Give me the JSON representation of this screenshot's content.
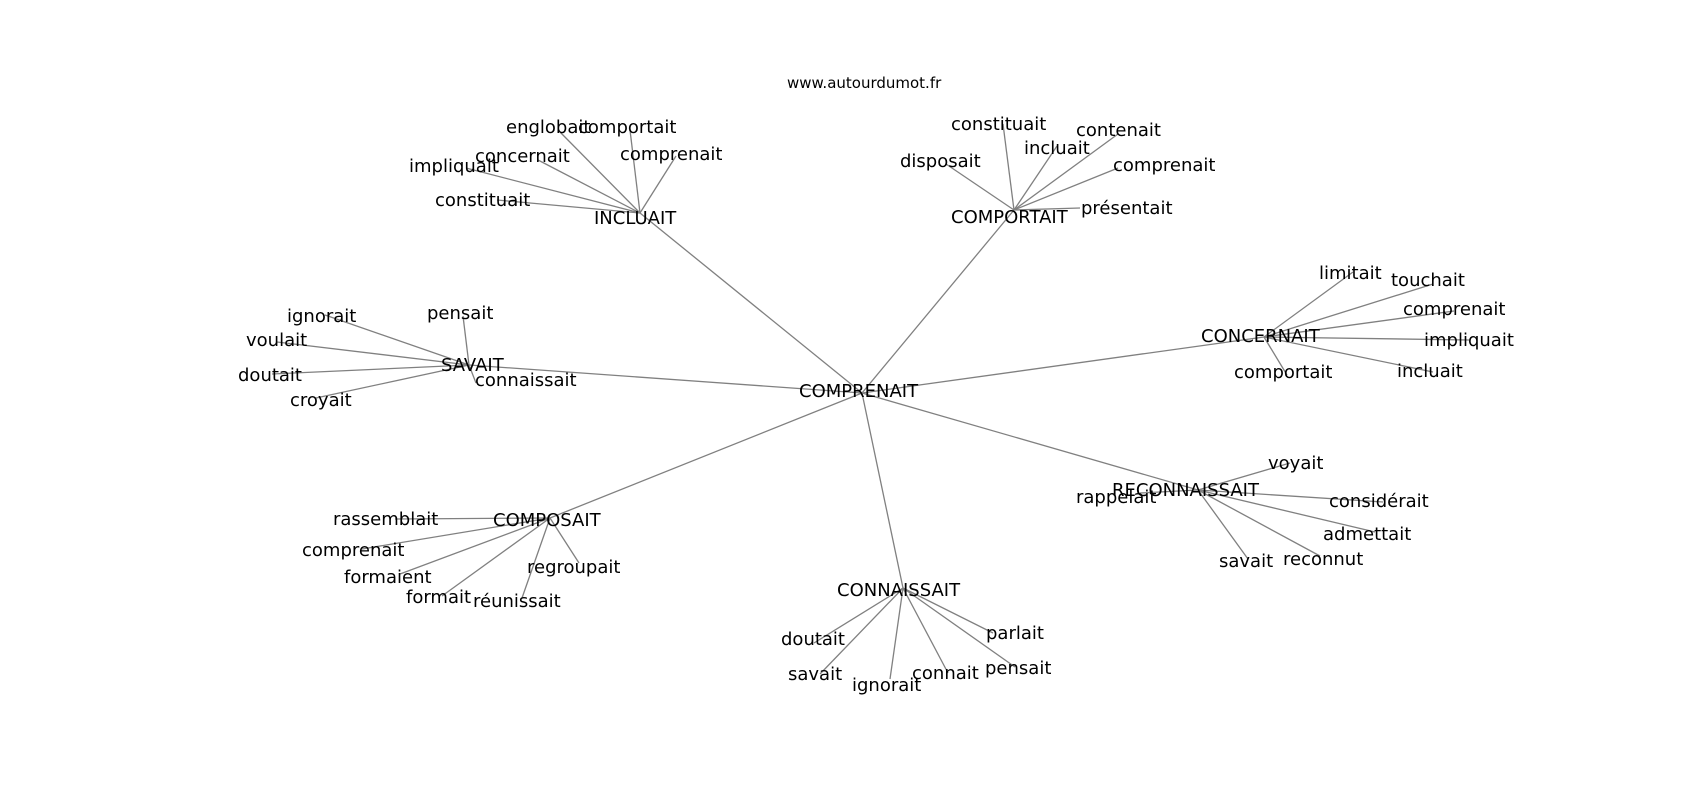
{
  "source": "www.autourdumot.fr",
  "colors": {
    "edge": "#808080",
    "text": "#000000",
    "background": "#ffffff"
  },
  "center": "COMPRENAIT",
  "clusters": [
    {
      "hub": "INCLUAIT",
      "leaves": [
        "englobait",
        "comportait",
        "comprenait",
        "concernait",
        "impliquait",
        "constituait"
      ]
    },
    {
      "hub": "COMPORTAIT",
      "leaves": [
        "constituait",
        "contenait",
        "incluait",
        "disposait",
        "comprenait",
        "présentait"
      ]
    },
    {
      "hub": "CONCERNAIT",
      "leaves": [
        "limitait",
        "touchait",
        "comprenait",
        "impliquait",
        "incluait",
        "comportait"
      ]
    },
    {
      "hub": "SAVAIT",
      "leaves": [
        "ignorait",
        "pensait",
        "voulait",
        "doutait",
        "croyait",
        "connaissait"
      ]
    },
    {
      "hub": "RECONNAISSAIT",
      "leaves": [
        "voyait",
        "rappelait",
        "considérait",
        "admettait",
        "reconnut",
        "savait"
      ]
    },
    {
      "hub": "COMPOSAIT",
      "leaves": [
        "rassemblait",
        "comprenait",
        "formaient",
        "formait",
        "regroupait",
        "réunissait"
      ]
    },
    {
      "hub": "CONNAISSAIT",
      "leaves": [
        "doutait",
        "savait",
        "ignorait",
        "connait",
        "pensait",
        "parlait"
      ]
    }
  ]
}
